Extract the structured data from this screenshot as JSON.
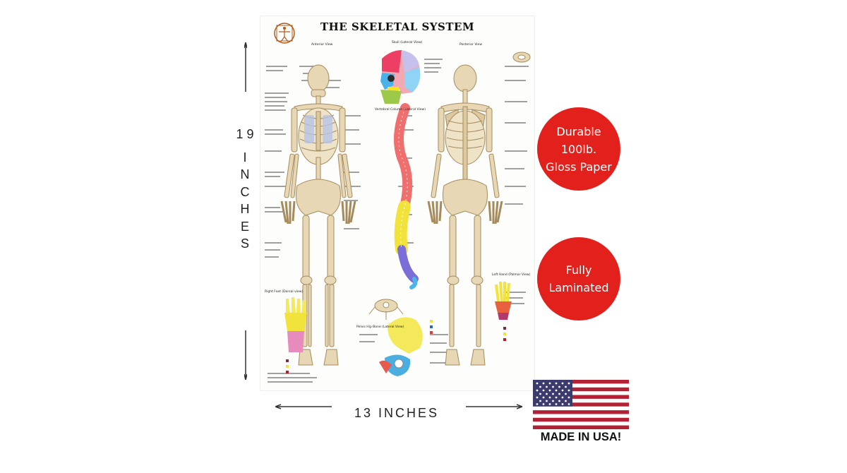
{
  "poster": {
    "title": "THE SKELETAL SYSTEM",
    "subtitles": {
      "anterior": "Anterior View",
      "skull": "Skull (Lateral View)",
      "posterior": "Posterior View",
      "vertebral": "Vertebral Column (Lateral View)",
      "right_foot": "Right Foot (Dorsal view)",
      "left_hand": "Left Hand (Palmar View)",
      "pelvis": "Pelvis Hip Bone (Lateral View)"
    }
  },
  "dimensions": {
    "height_number": "1 9",
    "height_unit": "INCHES",
    "width_label": "13 INCHES"
  },
  "badges": {
    "paper": "Durable 100lb. Gloss Paper",
    "laminated": "Fully Laminated"
  },
  "origin": {
    "label": "MADE IN USA!"
  },
  "colors": {
    "badge_red": "#e2211c",
    "flag_red": "#b22234",
    "flag_blue": "#3c3b6e"
  }
}
